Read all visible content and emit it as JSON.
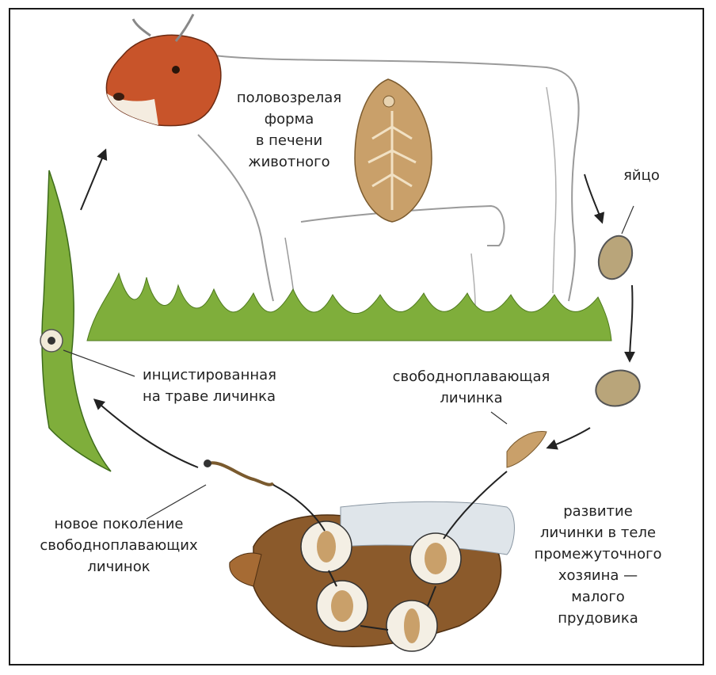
{
  "labels": {
    "mature_form": [
      "половозрелая",
      "форма",
      "в печени",
      "животного"
    ],
    "egg": "яйцо",
    "encysted_larva": [
      "инцистированная",
      "на траве личинка"
    ],
    "free_swimming_larva": [
      "свободноплавающая",
      "личинка"
    ],
    "new_generation": [
      "новое поколение",
      "свободноплавающих",
      "личинок"
    ],
    "development": [
      "развитие",
      "личинки в теле",
      "промежуточного",
      "хозяина —",
      "малого",
      "прудовика"
    ]
  },
  "colors": {
    "cow": "#c8542a",
    "fluke": "#c9a06a",
    "grass": "#7fae3b",
    "egg": "#b9a57a",
    "snail": "#8b5a2b",
    "arrow": "#222222"
  }
}
